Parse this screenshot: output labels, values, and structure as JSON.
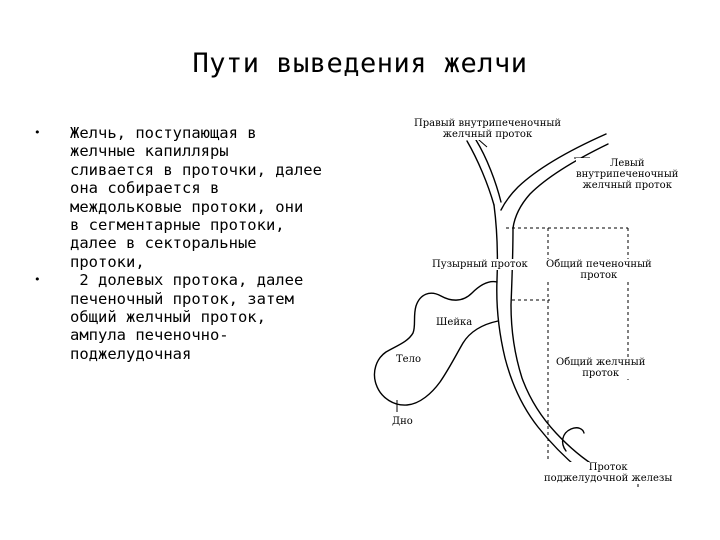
{
  "title": "Пути выведения желчи",
  "bullets": [
    {
      "marker": "•",
      "lines": [
        "Желчь, поступающая в",
        "желчные капилляры",
        "сливается в проточки, далее",
        "она собирается в",
        "междольковые протоки, они",
        "в сегментарные протоки,",
        "далее в секторальные",
        "протоки,"
      ]
    },
    {
      "marker": "•",
      "lines": [
        " 2 долевых протока, далее",
        "печеночный проток, затем",
        "общий желчный проток,",
        "ампула печеночно-",
        "поджелудочная"
      ]
    }
  ],
  "diagram": {
    "labels": {
      "right_duct": [
        "Правый внутрипеченочный",
        "желчный проток"
      ],
      "left_duct": [
        "Левый",
        "внутрипеченочный",
        "желчный проток"
      ],
      "cystic_duct": [
        "Пузырный проток"
      ],
      "common_hepatic": [
        "Общий печеночный",
        "проток"
      ],
      "neck": [
        "Шейка"
      ],
      "body": [
        "Тело"
      ],
      "common_bile": [
        "Общий желчный",
        "проток"
      ],
      "fundus": [
        "Дно"
      ],
      "pancreatic": [
        "Проток",
        "поджелудочной железы"
      ]
    }
  }
}
